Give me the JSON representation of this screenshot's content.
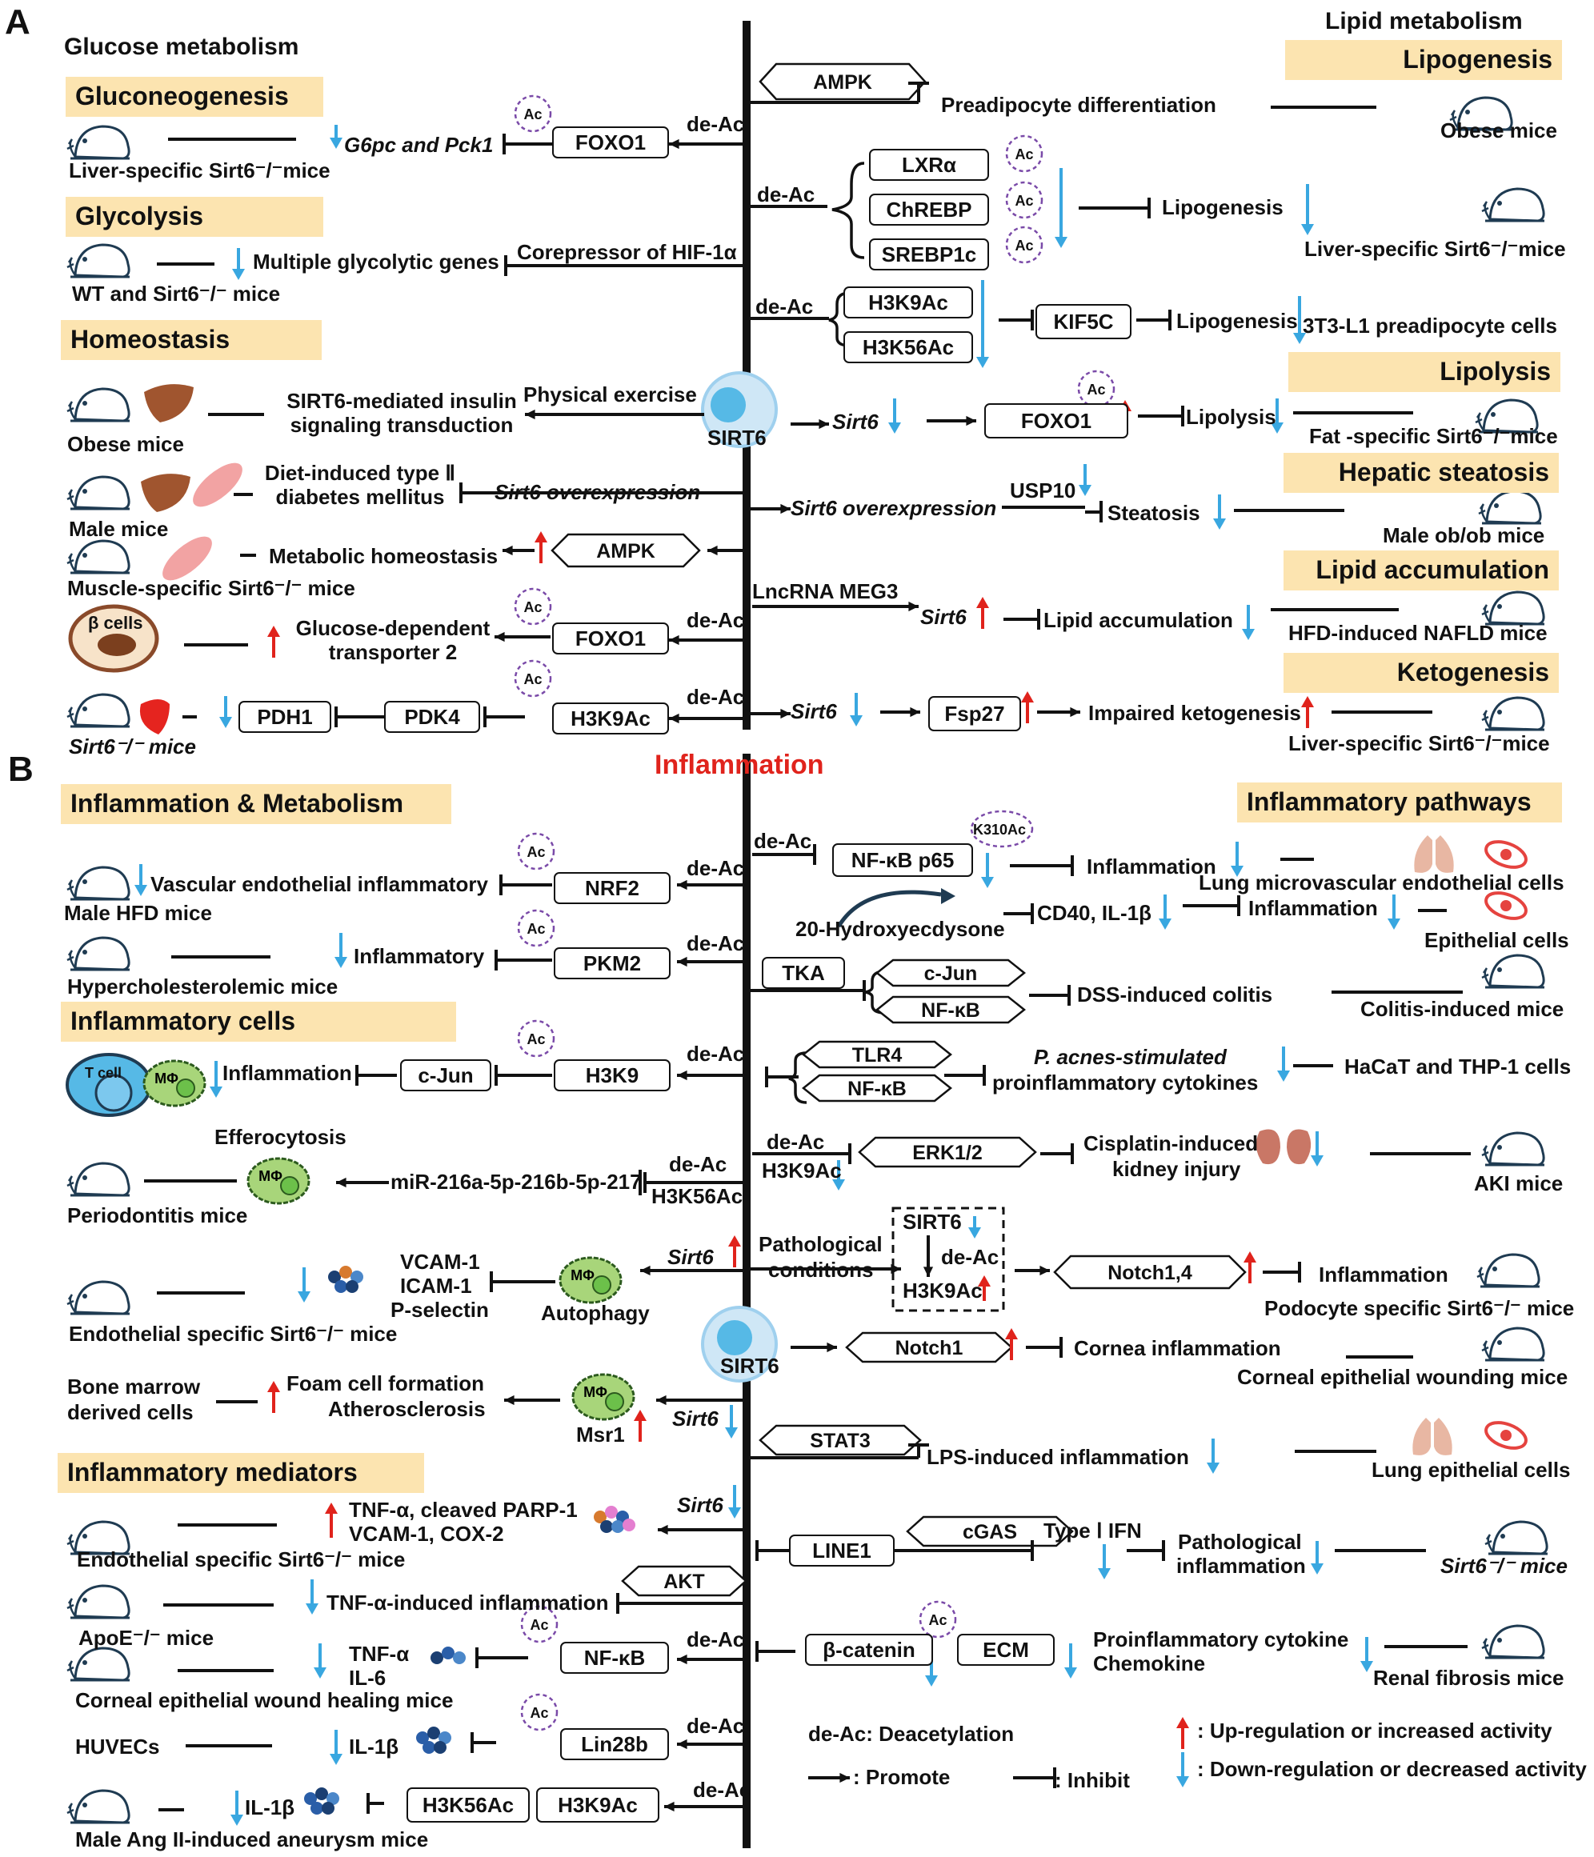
{
  "panels": {
    "a": "A",
    "b": "B"
  },
  "center": {
    "label": "SIRT6",
    "inflammation_title": "Inflammation"
  },
  "a": {
    "glucose": {
      "title": "Glucose metabolism",
      "sections": {
        "gluconeogenesis": "Gluconeogenesis",
        "glycolysis": "Glycolysis",
        "homeostasis": "Homeostasis"
      },
      "r1": {
        "target": "Liver-specific Sirt6⁻/⁻mice",
        "genes": "G6pc and Pck1",
        "box": "FOXO1",
        "mod": "de-Ac"
      },
      "r2": {
        "target": "WT and Sirt6⁻/⁻ mice",
        "genes": "Multiple glycolytic genes",
        "mech": "Corepressor of HIF-1α"
      },
      "r3": {
        "target": "Obese mice",
        "effect": "SIRT6-mediated insulin signaling transduction",
        "mech": "Physical exercise"
      },
      "r4": {
        "target": "Male mice",
        "effect": "Diet-induced type Ⅱ diabetes mellitus",
        "mech": "Sirt6 overexpression"
      },
      "r5": {
        "target": "Muscle-specific Sirt6⁻/⁻ mice",
        "effect": "Metabolic homeostasis",
        "box": "AMPK"
      },
      "r6": {
        "target": "β cells",
        "effect": "Glucose-dependent transporter 2",
        "box": "FOXO1",
        "mod": "de-Ac"
      },
      "r7": {
        "target": "Sirt6⁻/⁻ mice",
        "b1": "PDH1",
        "b2": "PDK4",
        "b3": "H3K9Ac",
        "mod": "de-Ac"
      }
    },
    "lipid": {
      "title": "Lipid metabolism",
      "sections": {
        "lipogenesis": "Lipogenesis",
        "lipolysis": "Lipolysis",
        "steatosis": "Hepatic steatosis",
        "accumulation": "Lipid accumulation",
        "ketogenesis": "Ketogenesis"
      },
      "r1": {
        "box": "AMPK",
        "effect": "Preadipocyte differentiation",
        "target": "Obese mice"
      },
      "r2": {
        "mod": "de-Ac",
        "boxes": [
          "LXRα",
          "ChREBP",
          "SREBP1c"
        ],
        "effect": "Lipogenesis",
        "target": "Liver-specific Sirt6⁻/⁻mice"
      },
      "r3": {
        "mod": "de-Ac",
        "boxes": [
          "H3K9Ac",
          "H3K56Ac"
        ],
        "box": "KIF5C",
        "effect": "Lipogenesis",
        "target": "3T3-L1 preadipocyte cells"
      },
      "r4": {
        "gene": "Sirt6",
        "box": "FOXO1",
        "effect": "Lipolysis",
        "target": "Fat -specific Sirt6⁻/⁻mice"
      },
      "r5": {
        "mech": "Sirt6 overexpression",
        "box": "USP10",
        "effect": "Steatosis",
        "target": "Male ob/ob mice"
      },
      "r6": {
        "mech": "LncRNA MEG3",
        "gene": "Sirt6",
        "effect": "Lipid accumulation",
        "target": "HFD-induced NAFLD mice"
      },
      "r7": {
        "gene": "Sirt6",
        "box": "Fsp27",
        "effect": "Impaired ketogenesis",
        "target": "Liver-specific Sirt6⁻/⁻mice"
      }
    }
  },
  "b": {
    "left": {
      "sections": {
        "metab": "Inflammation & Metabolism",
        "cells": "Inflammatory cells",
        "mediators": "Inflammatory mediators"
      },
      "r1": {
        "target": "Male HFD mice",
        "effect": "Vascular endothelial inflammatory",
        "box": "NRF2",
        "mod": "de-Ac"
      },
      "r2": {
        "target": "Hypercholesterolemic mice",
        "effect": "Inflammatory",
        "box": "PKM2",
        "mod": "de-Ac"
      },
      "r3": {
        "tcell": "T cell",
        "mphi": "MΦ",
        "effect": "Inflammation",
        "b1": "c-Jun",
        "b2": "H3K9",
        "mod": "de-Ac"
      },
      "r4": {
        "title": "Efferocytosis",
        "target": "Periodontitis mice",
        "mphi": "MΦ",
        "mirna": "miR-216a-5p-216b-5p-217",
        "mod": "de-Ac",
        "box": "H3K56Ac"
      },
      "r5": {
        "target": "Endothelial specific Sirt6⁻/⁻ mice",
        "markers": [
          "VCAM-1",
          "ICAM-1",
          "P-selectin"
        ],
        "mphi": "MΦ",
        "proc": "Autophagy",
        "gene": "Sirt6"
      },
      "r6": {
        "target1": "Bone marrow",
        "target2": "derived cells",
        "effect1": "Foam cell formation",
        "effect2": "Atherosclerosis",
        "mphi": "MΦ",
        "msr": "Msr1",
        "gene": "Sirt6"
      },
      "r7": {
        "target": "Endothelial specific Sirt6⁻/⁻ mice",
        "effect1": "TNF-α, cleaved PARP-1",
        "effect2": "VCAM-1, COX-2",
        "gene": "Sirt6"
      },
      "r8": {
        "target": "ApoE⁻/⁻ mice",
        "effect": "TNF-α-induced inflammation",
        "box": "AKT"
      },
      "r9": {
        "target": "Corneal epithelial wound healing mice",
        "cyt1": "TNF-α",
        "cyt2": "IL-6",
        "box": "NF-κB",
        "mod": "de-Ac"
      },
      "r10": {
        "target": "HUVECs",
        "cyt": "IL-1β",
        "box": "Lin28b",
        "mod": "de-Ac"
      },
      "r11": {
        "target": "Male Ang II-induced aneurysm mice",
        "cyt": "IL-1β",
        "b1": "H3K56Ac",
        "b2": "H3K9Ac",
        "mod": "de-Ac"
      }
    },
    "right": {
      "sections": {
        "pathways": "Inflammatory pathways"
      },
      "r1": {
        "mod": "de-Ac",
        "box": "NF-κB p65",
        "tag": "K310Ac",
        "effect": "Inflammation",
        "target": "Lung microvascular endothelial cells"
      },
      "r2": {
        "drug": "20-Hydroxyecdysone",
        "markers": "CD40, IL-1β",
        "effect": "Inflammation",
        "target": "Epithelial cells"
      },
      "r3": {
        "box": "TKA",
        "b1": "c-Jun",
        "b2": "NF-κB",
        "effect": "DSS-induced colitis",
        "target": "Colitis-induced mice"
      },
      "r4": {
        "b1": "TLR4",
        "b2": "NF-κB",
        "effect1": "P. acnes-stimulated",
        "effect2": "proinflammatory cytokines",
        "target": "HaCaT and THP-1 cells"
      },
      "r5": {
        "mod": "de-Ac",
        "sub": "H3K9Ac",
        "box": "ERK1/2",
        "effect1": "Cisplatin-induced",
        "effect2": "kidney injury",
        "target": "AKI mice"
      },
      "r6": {
        "cond1": "Pathological",
        "cond2": "conditions",
        "s1": "SIRT6",
        "mod": "de-Ac",
        "s2": "H3K9Ac",
        "box": "Notch1,4",
        "effect": "Inflammation",
        "target": "Podocyte specific Sirt6⁻/⁻ mice"
      },
      "r7": {
        "box": "Notch1",
        "effect": "Cornea inflammation",
        "target": "Corneal epithelial wounding mice"
      },
      "r8": {
        "box": "STAT3",
        "effect": "LPS-induced inflammation",
        "target": "Lung epithelial cells"
      },
      "r9": {
        "box": "LINE1",
        "b2": "cGAS",
        "ifn": "Type Ⅰ IFN",
        "effect1": "Pathological",
        "effect2": "inflammation",
        "target": "Sirt6⁻/⁻ mice"
      },
      "r10": {
        "box": "β-catenin",
        "b2": "ECM",
        "effect1": "Proinflammatory cytokine",
        "effect2": "Chemokine",
        "target": "Renal fibrosis mice"
      }
    },
    "legend": {
      "deac": "de-Ac: Deacetylation",
      "promote": ": Promote",
      "inhibit": ": Inhibit",
      "up": ": Up-regulation or increased activity",
      "down": ": Down-regulation or decreased activity"
    }
  },
  "ac_tag": "Ac",
  "colors": {
    "up": "#e0231c",
    "down": "#39a7e0",
    "section_bg": "#fce4b0",
    "mouse": "#1f3b52",
    "liver": "#a0552f",
    "muscle": "#f2a3a3",
    "lung": "#e8b7a3",
    "eye": "#e5433f",
    "kidney": "#c97766",
    "cell_green": "#a8d57a",
    "cell_blue": "#56b9e6"
  },
  "icons": [
    "mouse-icon",
    "liver-icon",
    "muscle-icon",
    "beta-cell-icon",
    "heart-icon",
    "macrophage-icon",
    "t-cell-icon",
    "lung-icon",
    "eye-icon",
    "kidney-icon",
    "cytokine-dots-icon"
  ]
}
